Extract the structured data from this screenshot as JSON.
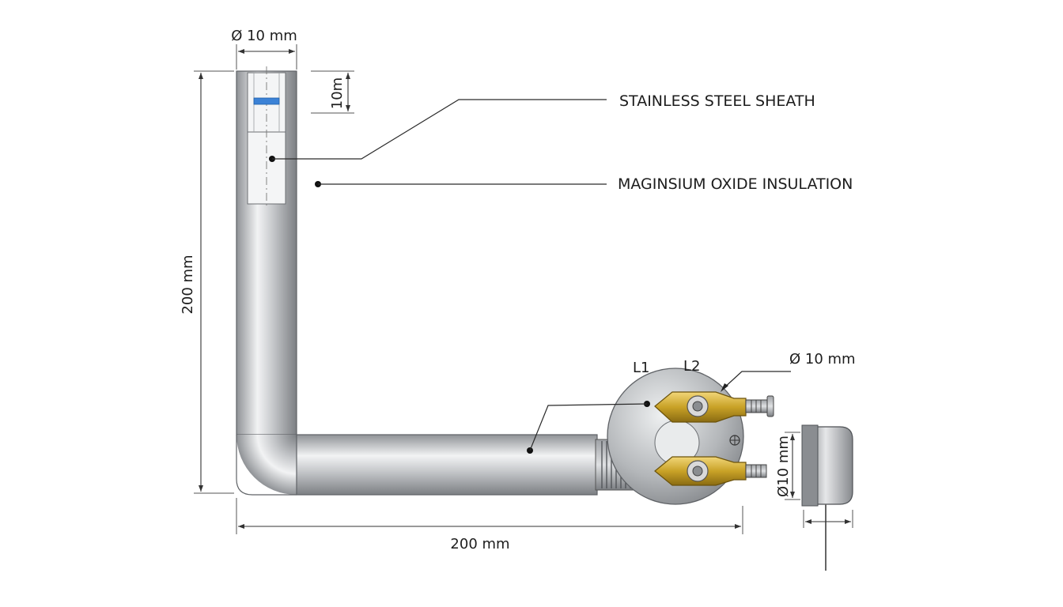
{
  "labels": {
    "sheath": "STAINLESS STEEL SHEATH",
    "insulation": "MAGINSIUM OXIDE INSULATION",
    "terminal_l1": "L1",
    "terminal_l2": "L2"
  },
  "dimensions": {
    "top_diameter": "Ø 10 mm",
    "tip_length": "10m",
    "vertical_length": "200 mm",
    "horizontal_length": "200 mm",
    "flange_diameter": "Ø 10 mm",
    "cap_diameter": "Ø10 mm"
  },
  "colors": {
    "steel": "#b9bcbf",
    "steel_dark": "#7d8084",
    "brass": "#c9a227",
    "accent_blue": "#3b82d6"
  }
}
